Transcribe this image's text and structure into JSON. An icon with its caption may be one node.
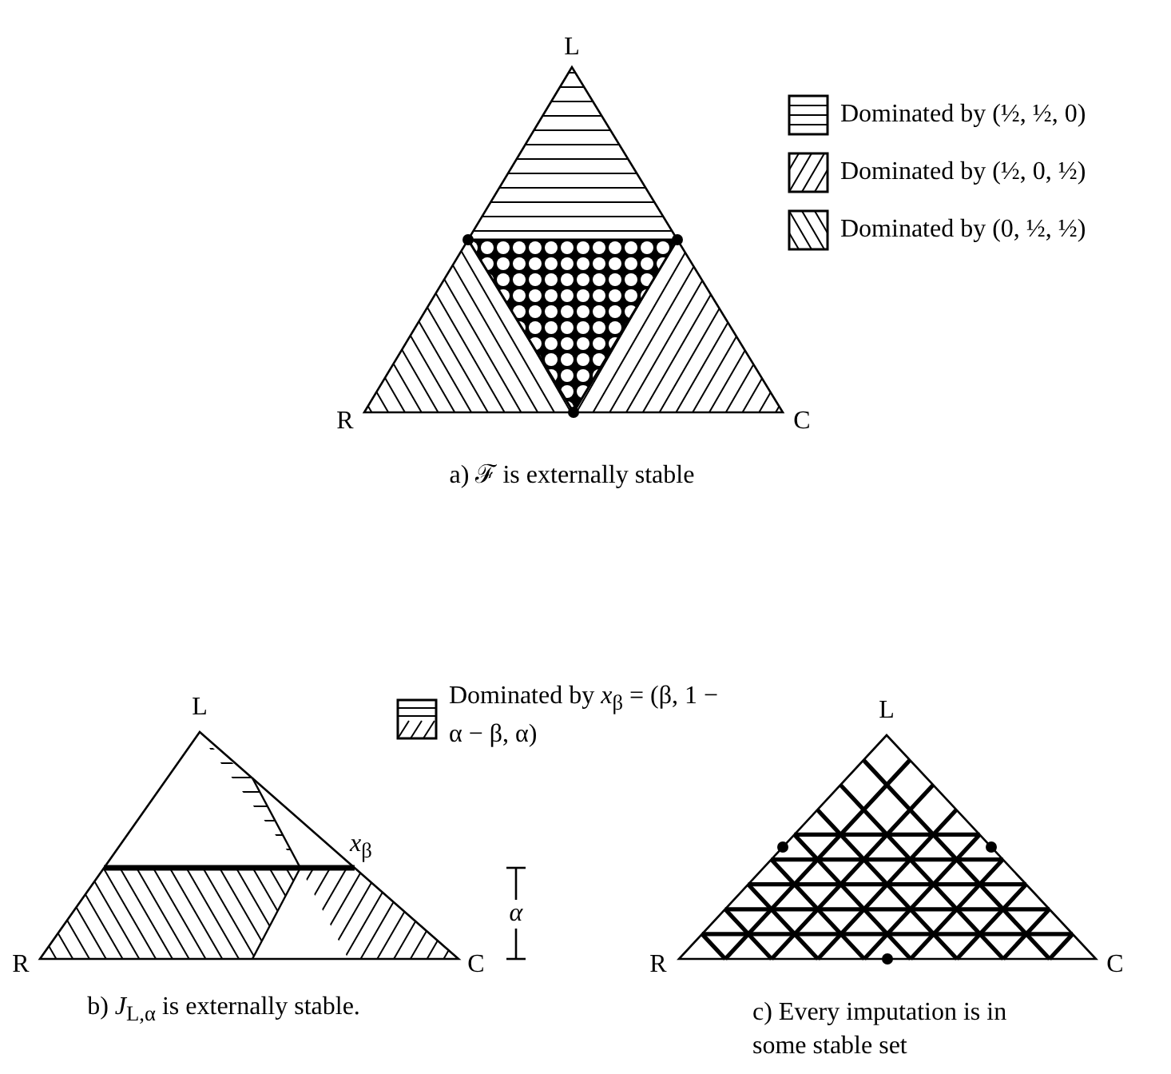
{
  "diagram": {
    "labels": [
      "L",
      "R",
      "C",
      "a) ℱ is externally stable",
      "L",
      "*x*$_{β}$",
      "α",
      "R",
      "C",
      "b) *J*$_{L,α}$ is externally stable.",
      "L",
      "R",
      "C",
      "c) Every imputation is in some stable set"
    ],
    "legend": [
      {
        "text": "Dominated by (½, ½, 0)"
      },
      {
        "text": "Dominated by (½, 0, ½)"
      },
      {
        "text": "Dominated by (0, ½, ½)"
      },
      {
        "text": "Dominated by *x*$_{β}$ = (β, 1 − α − β, α)"
      }
    ]
  }
}
